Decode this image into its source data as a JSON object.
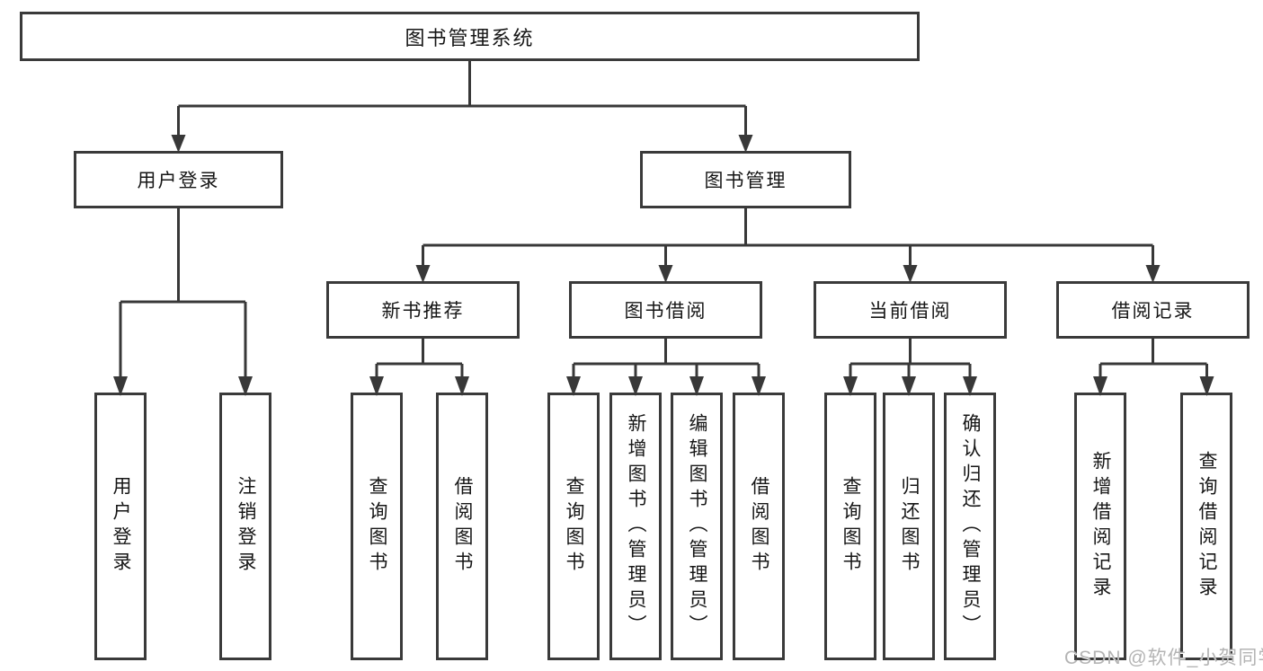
{
  "diagram_title": "图书管理系统",
  "watermark": "CSDN @软件_小贺同学",
  "colors": {
    "line": "#383838",
    "box_border": "#3a3a3a",
    "box_fill": "#ffffff",
    "text": "#161616",
    "watermark": "#b4b4b4"
  },
  "tree": {
    "label": "图书管理系统",
    "children": [
      {
        "label": "用户登录",
        "children": [
          {
            "label": "用户登录"
          },
          {
            "label": "注销登录"
          }
        ]
      },
      {
        "label": "图书管理",
        "children": [
          {
            "label": "新书推荐",
            "children": [
              {
                "label": "查询图书"
              },
              {
                "label": "借阅图书"
              }
            ]
          },
          {
            "label": "图书借阅",
            "children": [
              {
                "label": "查询图书"
              },
              {
                "label": "新增图书（管理员）"
              },
              {
                "label": "编辑图书（管理员）"
              },
              {
                "label": "借阅图书"
              }
            ]
          },
          {
            "label": "当前借阅",
            "children": [
              {
                "label": "查询图书"
              },
              {
                "label": "归还图书"
              },
              {
                "label": "确认归还（管理员）"
              }
            ]
          },
          {
            "label": "借阅记录",
            "children": [
              {
                "label": "新增借阅记录"
              },
              {
                "label": "查询借阅记录"
              }
            ]
          }
        ]
      }
    ]
  }
}
